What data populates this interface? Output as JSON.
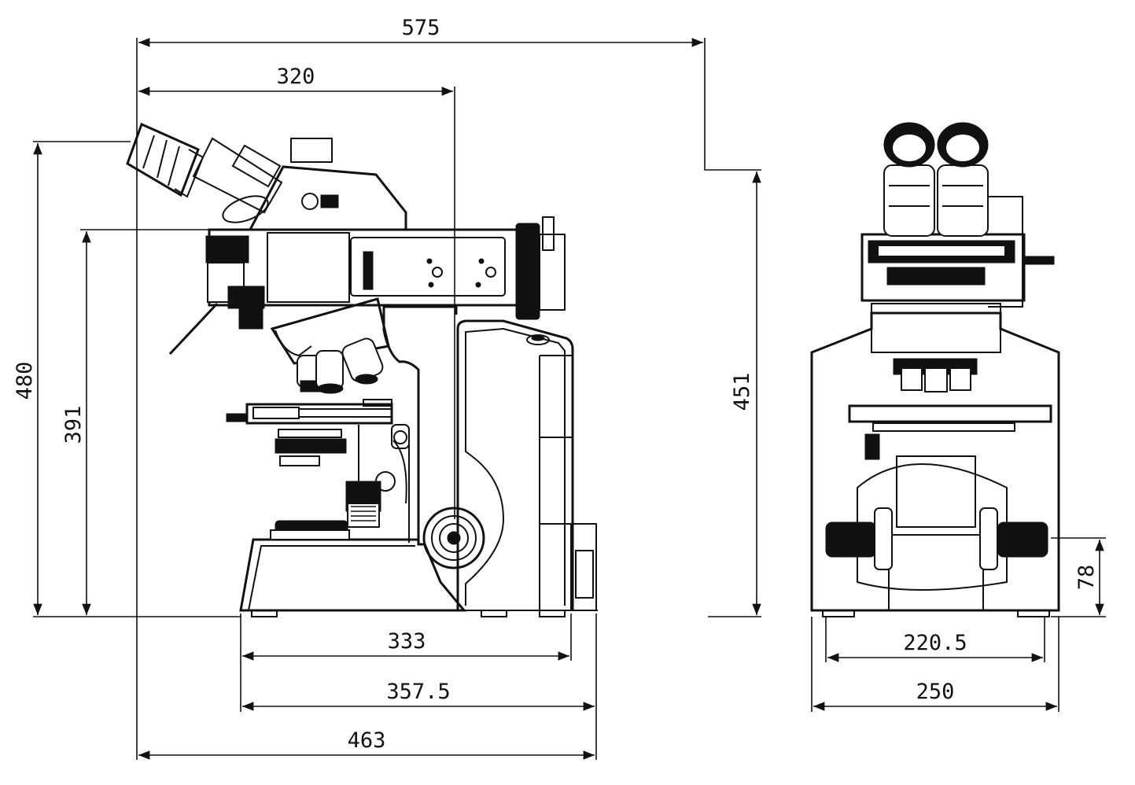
{
  "dimensions": {
    "total_width": "575",
    "eyepiece_reach": "320",
    "total_height": "480",
    "stage_height": "391",
    "front_height": "451",
    "base_foot_depth": "333",
    "base_depth": "357.5",
    "full_depth": "463",
    "front_foot_width": "220.5",
    "front_width": "250",
    "knob_height": "78"
  },
  "colors": {
    "line": "#111111",
    "background": "#ffffff"
  }
}
